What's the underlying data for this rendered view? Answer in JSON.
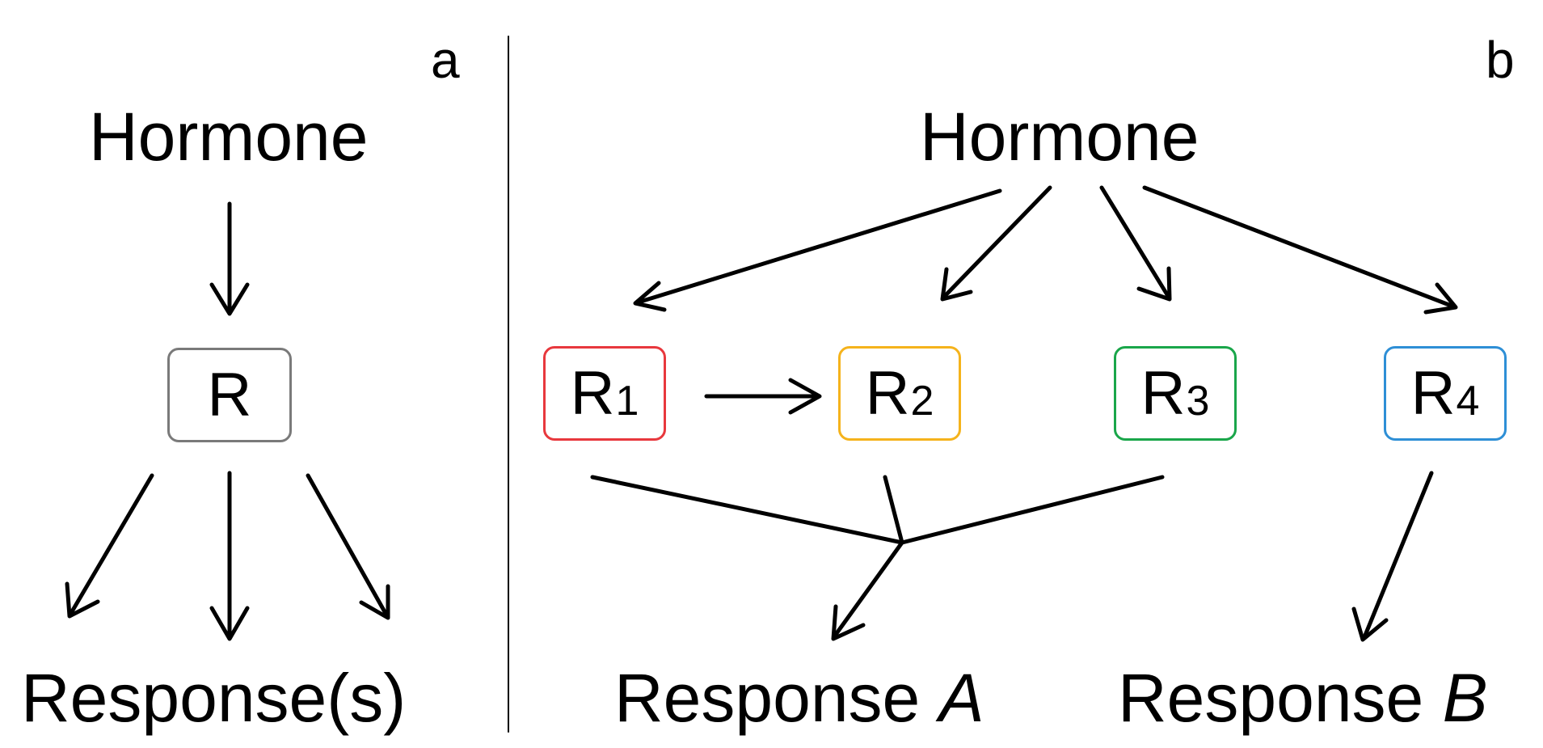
{
  "panel_a": {
    "letter": "a",
    "top_label": "Hormone",
    "receptor": {
      "letter": "R",
      "border_color": "#7a7a7a"
    },
    "bottom_label": "Response(s)"
  },
  "panel_b": {
    "letter": "b",
    "top_label": "Hormone",
    "receptors": [
      {
        "letter": "R",
        "sub": "1",
        "border_color": "#e8383d"
      },
      {
        "letter": "R",
        "sub": "2",
        "border_color": "#f5b31c"
      },
      {
        "letter": "R",
        "sub": "3",
        "border_color": "#1aa64a"
      },
      {
        "letter": "R",
        "sub": "4",
        "border_color": "#2e8fd6"
      }
    ],
    "response_a": {
      "text": "Response ",
      "italic": "A"
    },
    "response_b": {
      "text": "Response ",
      "italic": "B"
    }
  }
}
